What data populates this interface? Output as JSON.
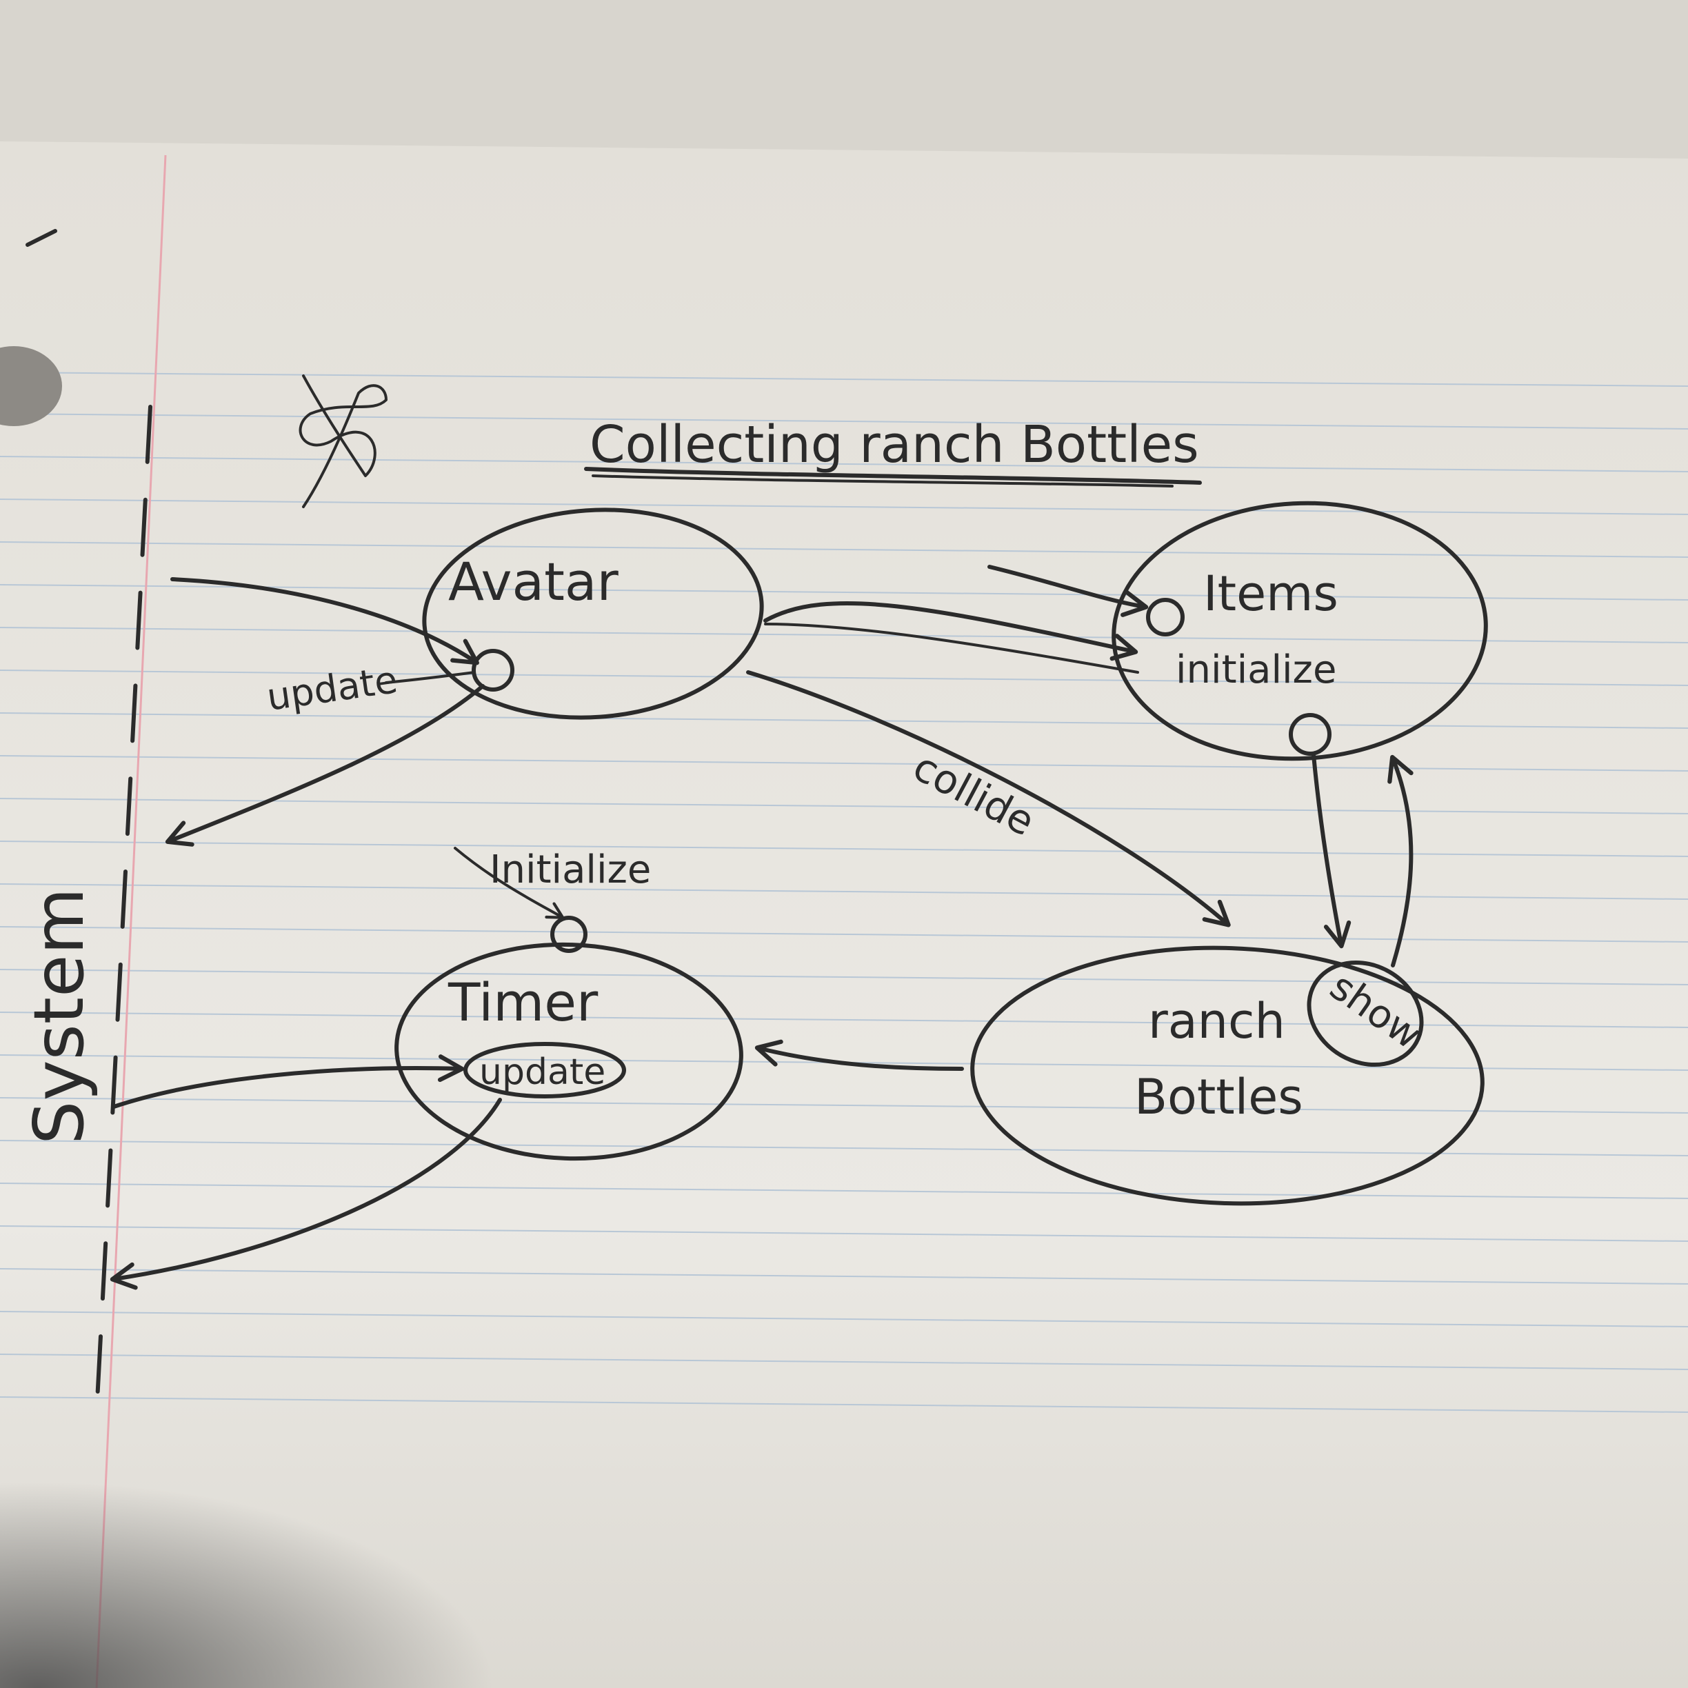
{
  "title": "Collecting ranch Bottles",
  "system_label": "System",
  "nodes": {
    "avatar": "Avatar",
    "items": "Items",
    "timer": "Timer",
    "ranch_line1": "ranch",
    "ranch_line2": "Bottles"
  },
  "labels": {
    "avatar_update": "update",
    "items_initialize": "initialize",
    "collide": "collide",
    "timer_initialize": "Initialize",
    "timer_update": "update",
    "ranch_show": "show"
  },
  "colors": {
    "ink": "#2b2b2b",
    "paper": "#e9e7e2",
    "rule_line": "#b8c7d6",
    "margin_line": "#e8a7b0"
  }
}
